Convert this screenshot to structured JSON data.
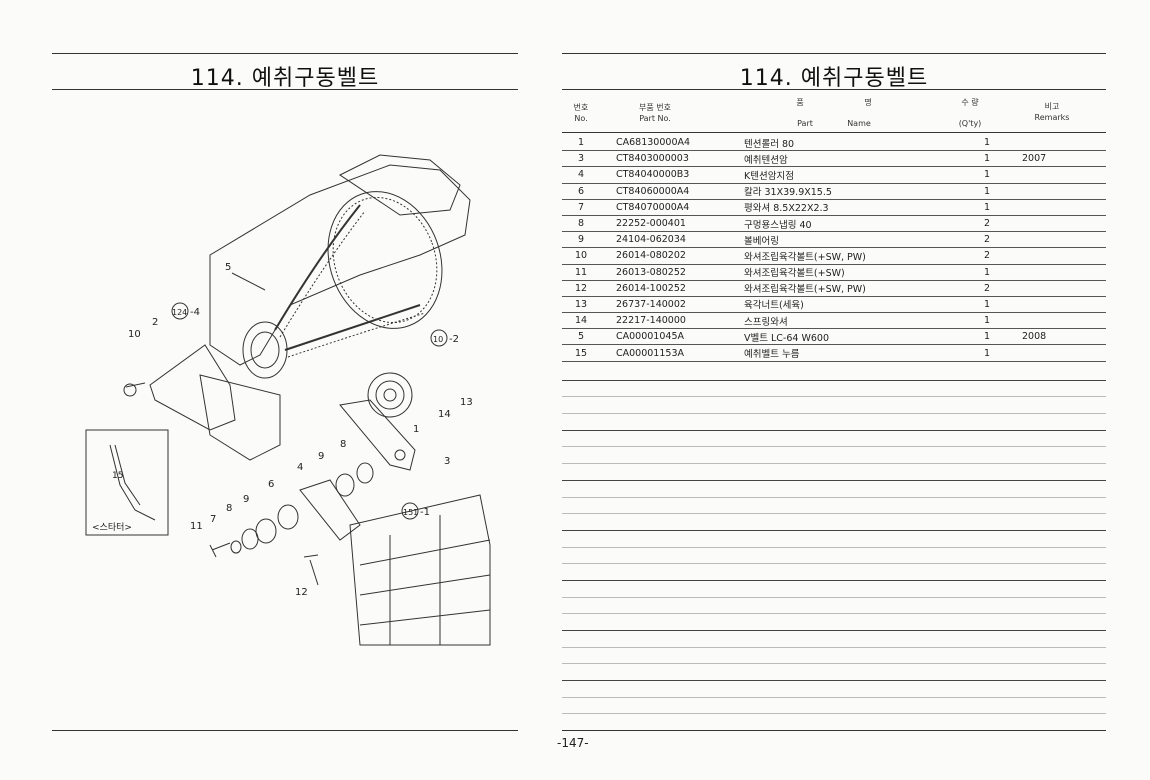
{
  "left_page": {
    "title": "114. 예취구동벨트",
    "diagram": {
      "callouts": [
        "5",
        "124",
        "-4",
        "10",
        "-2",
        "10",
        "2",
        "13",
        "14",
        "1",
        "8",
        "9",
        "3",
        "4",
        "6",
        "151",
        "-1",
        "8",
        "9",
        "7",
        "11",
        "12",
        "15"
      ],
      "inset_label": "<스타터>"
    }
  },
  "right_page": {
    "title": "114. 예취구동벨트",
    "headers": {
      "no_ko": "번호",
      "no_en": "No.",
      "part_no_ko": "부품 번호",
      "part_no_en": "Part  No.",
      "name_ko_1": "품",
      "name_ko_2": "명",
      "name_en_1": "Part",
      "name_en_2": "Name",
      "qty_ko": "수  량",
      "qty_en": "(Q'ty)",
      "remarks_ko": "비고",
      "remarks_en": "Remarks"
    },
    "rows": [
      {
        "no": "1",
        "part_no": "CA68130000A4",
        "name": "텐션롤러 80",
        "qty": "1",
        "remarks": ""
      },
      {
        "no": "3",
        "part_no": "CT8403000003",
        "name": "예취텐션암",
        "qty": "1",
        "remarks": "2007"
      },
      {
        "no": "4",
        "part_no": "CT84040000B3",
        "name": "K텐션암지점",
        "qty": "1",
        "remarks": ""
      },
      {
        "no": "6",
        "part_no": "CT84060000A4",
        "name": "칼라 31X39.9X15.5",
        "qty": "1",
        "remarks": ""
      },
      {
        "no": "7",
        "part_no": "CT84070000A4",
        "name": "평와셔 8.5X22X2.3",
        "qty": "1",
        "remarks": ""
      },
      {
        "no": "8",
        "part_no": "22252-000401",
        "name": "구멍용스냅링 40",
        "qty": "2",
        "remarks": ""
      },
      {
        "no": "9",
        "part_no": "24104-062034",
        "name": "볼베어링",
        "qty": "2",
        "remarks": ""
      },
      {
        "no": "10",
        "part_no": "26014-080202",
        "name": "와셔조립육각볼트(+SW, PW)",
        "qty": "2",
        "remarks": ""
      },
      {
        "no": "11",
        "part_no": "26013-080252",
        "name": "와셔조립육각볼트(+SW)",
        "qty": "1",
        "remarks": ""
      },
      {
        "no": "12",
        "part_no": "26014-100252",
        "name": "와셔조립육각볼트(+SW, PW)",
        "qty": "2",
        "remarks": ""
      },
      {
        "no": "13",
        "part_no": "26737-140002",
        "name": "육각너트(세육)",
        "qty": "1",
        "remarks": ""
      },
      {
        "no": "14",
        "part_no": "22217-140000",
        "name": "스프링와셔",
        "qty": "1",
        "remarks": ""
      },
      {
        "no": "5",
        "part_no": "CA00001045A",
        "name": "V벨트 LC-64 W600",
        "qty": "1",
        "remarks": "2008"
      },
      {
        "no": "15",
        "part_no": "CA00001153A",
        "name": "예취벨트 누름",
        "qty": "1",
        "remarks": ""
      }
    ]
  },
  "page_number": "-147-"
}
